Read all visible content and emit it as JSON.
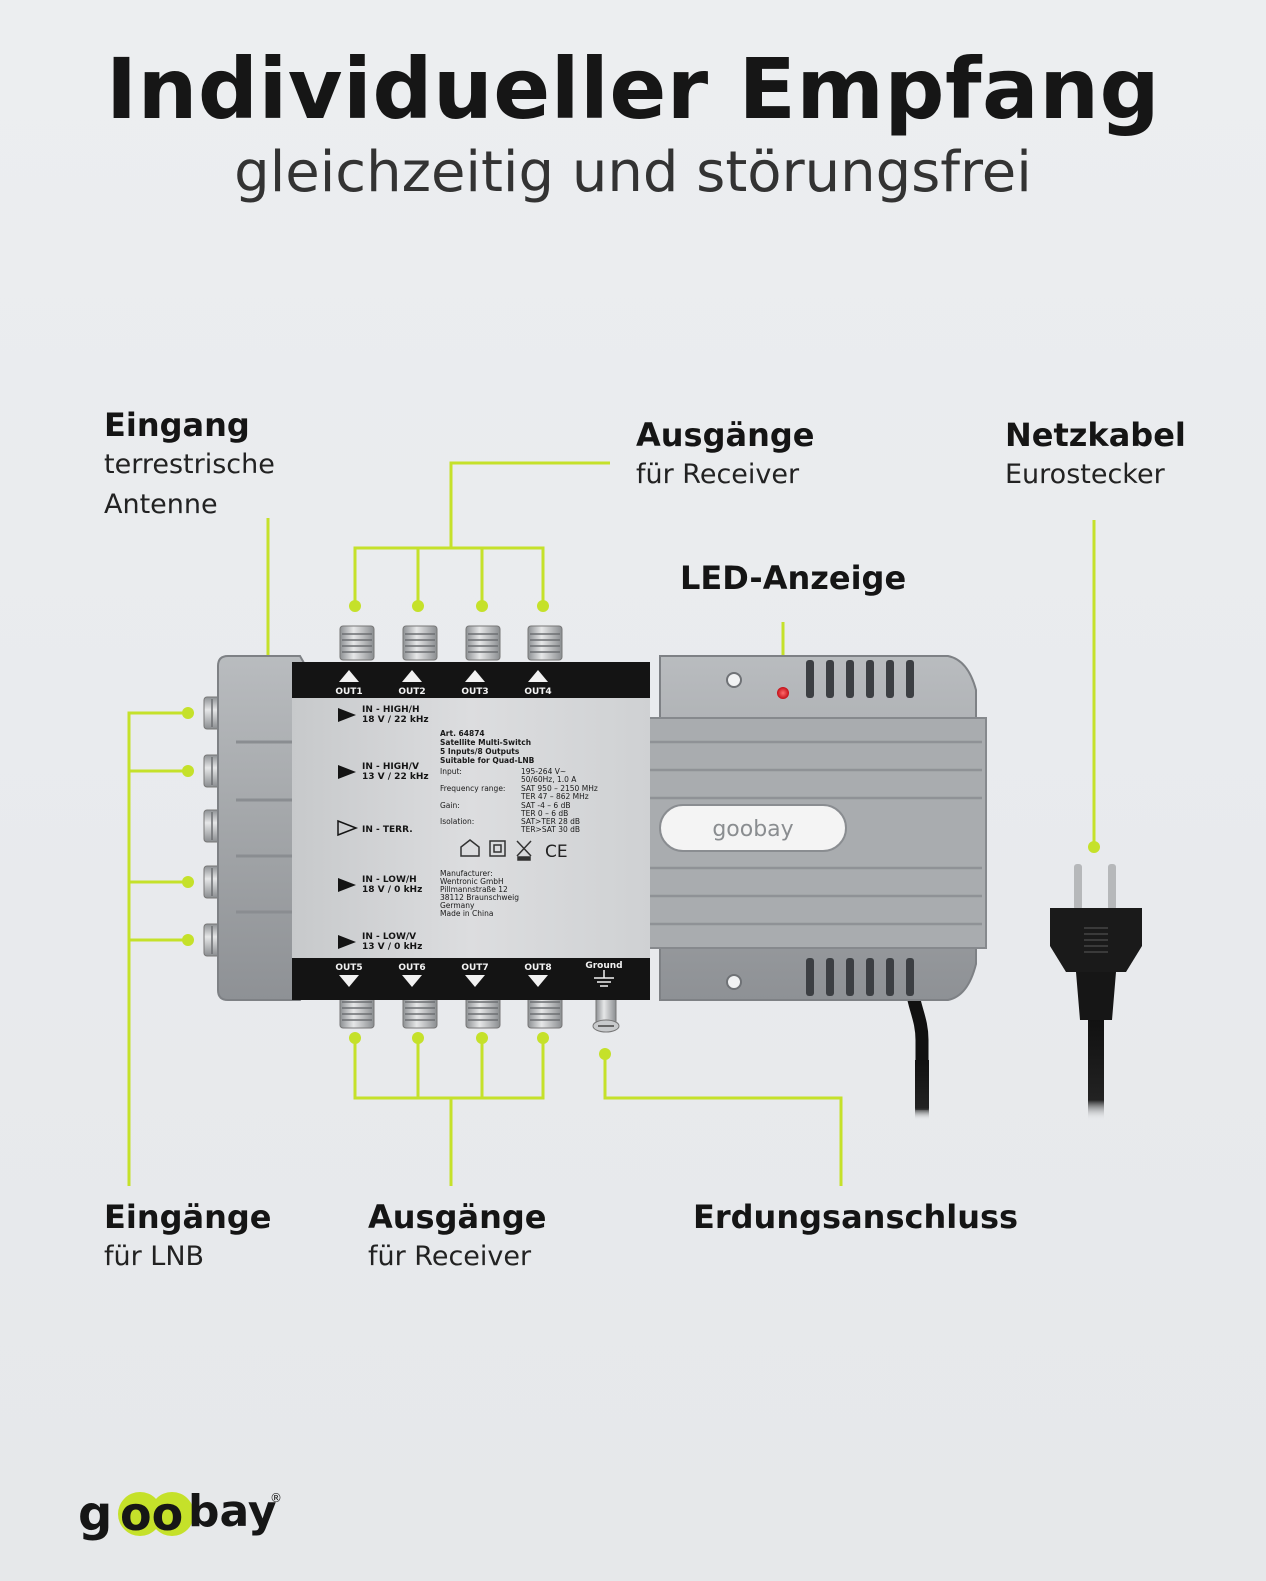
{
  "headline": "Individueller Empfang",
  "subline": "gleichzeitig und störungsfrei",
  "labels": {
    "antenna": {
      "title": "Eingang",
      "line1": "terrestrische",
      "line2": "Antenne"
    },
    "outputs_top": {
      "title": "Ausgänge",
      "line1": "für Receiver"
    },
    "power": {
      "title": "Netzkabel",
      "line1": "Eurostecker"
    },
    "led": {
      "title": "LED-Anzeige"
    },
    "lnb_inputs": {
      "title": "Eingänge",
      "line1": "für LNB"
    },
    "outputs_bottom": {
      "title": "Ausgänge",
      "line1": "für Receiver"
    },
    "ground": {
      "title": "Erdungsanschluss"
    }
  },
  "device": {
    "out_top": [
      "OUT1",
      "OUT2",
      "OUT3",
      "OUT4"
    ],
    "out_bottom": [
      "OUT5",
      "OUT6",
      "OUT7",
      "OUT8"
    ],
    "ground_label": "Ground",
    "inputs": [
      {
        "l1": "IN - HIGH/H",
        "l2": "18 V / 22 kHz"
      },
      {
        "l1": "IN - HIGH/V",
        "l2": "13 V / 22 kHz"
      },
      {
        "l1": "IN - TERR.",
        "l2": ""
      },
      {
        "l1": "IN - LOW/H",
        "l2": "18 V / 0 kHz"
      },
      {
        "l1": "IN - LOW/V",
        "l2": "13 V / 0 kHz"
      }
    ],
    "spec_lines": [
      "Art. 64874",
      "Satellite Multi-Switch",
      "5 Inputs/8 Outputs",
      "Suitable for Quad-LNB"
    ],
    "spec_table": [
      {
        "k": "Input:",
        "v": "195-264 V~"
      },
      {
        "k": "",
        "v": "50/60Hz, 1.0 A"
      },
      {
        "k": "Frequency range:",
        "v": "SAT 950 – 2150 MHz"
      },
      {
        "k": "",
        "v": "TER 47 – 862 MHz"
      },
      {
        "k": "Gain:",
        "v": "SAT -4 – 6 dB"
      },
      {
        "k": "",
        "v": "TER 0 – 6 dB"
      },
      {
        "k": "Isolation:",
        "v": "SAT>TER 28 dB"
      },
      {
        "k": "",
        "v": "TER>SAT 30 dB"
      }
    ],
    "manufacturer": [
      "Manufacturer:",
      "Wentronic GmbH",
      "Pillmannstraße 12",
      "38112 Braunschweig",
      "Germany",
      "Made in China"
    ],
    "ce_mark": "CE",
    "badge_brand": "goobay"
  },
  "brand": {
    "pre": "g",
    "oo": "oo",
    "post": "bay",
    "reg": "®"
  },
  "colors": {
    "accent": "#c5e12a",
    "device_gray": "#a4a7aa",
    "device_dark": "#7d8185",
    "label_black": "#141414",
    "led_red": "#e4202a"
  }
}
